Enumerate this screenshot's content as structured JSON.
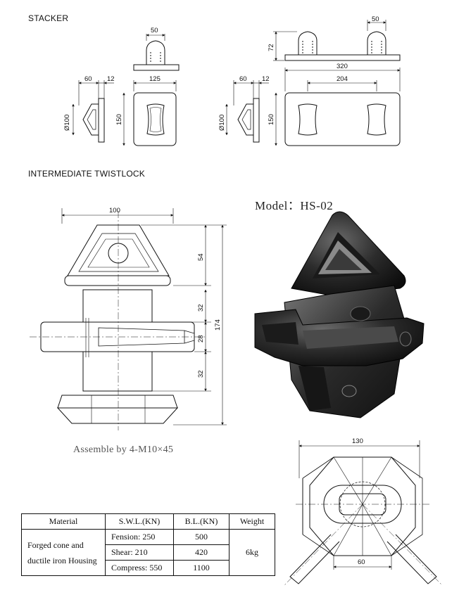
{
  "headings": {
    "stacker": "STACKER",
    "twistlock": "INTERMEDIATE TWISTLOCK"
  },
  "model_label": "Model：HS-02",
  "assemble_note": "Assemble by 4-M10×45",
  "dimensions": {
    "stacker_single": {
      "top_width": "50",
      "base_width": "125",
      "left_a": "60",
      "left_b": "12",
      "dia": "Ø100",
      "height": "150"
    },
    "stacker_double": {
      "top_width": "50",
      "top_height": "72",
      "overall": "320",
      "inner": "204",
      "left_a": "60",
      "left_b": "12",
      "dia": "Ø100",
      "height": "150"
    },
    "twistlock_front": {
      "width": "100",
      "cone_h": "54",
      "upper_h": "32",
      "mid_h": "28",
      "lower_h": "32",
      "total_h": "174"
    },
    "twistlock_bottom": {
      "width": "130",
      "slot": "60"
    }
  },
  "table": {
    "headers": [
      "Material",
      "S.W.L.(KN)",
      "B.L.(KN)",
      "Weight"
    ],
    "material_lines": [
      "Forged cone and",
      "ductile iron Housing"
    ],
    "rows": [
      {
        "swl": "Fension: 250",
        "bl": "500"
      },
      {
        "swl": "Shear: 210",
        "bl": "420"
      },
      {
        "swl": "Compress: 550",
        "bl": "1100"
      }
    ],
    "weight": "6kg"
  }
}
